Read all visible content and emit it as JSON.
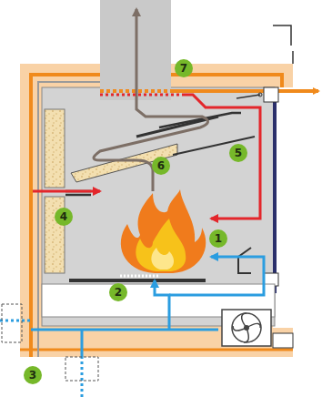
{
  "diagram": {
    "nodes": [
      {
        "text": [
          "1"
        ]
      },
      {
        "text": [
          "2"
        ]
      },
      {
        "text": [
          "3"
        ]
      },
      {
        "text": [
          "4"
        ]
      },
      {
        "text": [
          "5"
        ]
      },
      {
        "text": [
          "6"
        ]
      },
      {
        "text": [
          "7"
        ]
      }
    ]
  }
}
